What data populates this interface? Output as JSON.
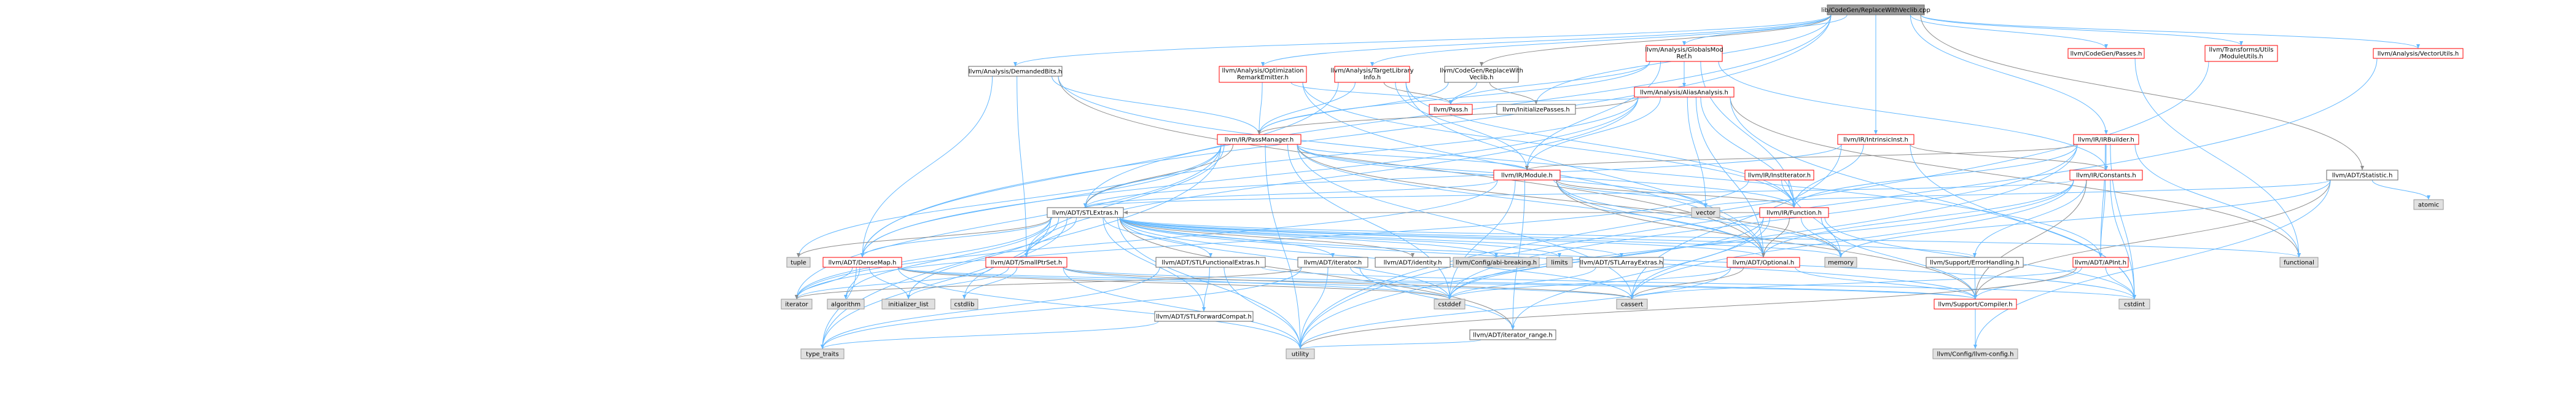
{
  "diagram": {
    "type": "include-dependency-graph",
    "colors": {
      "root_fill": "#9a9a9a",
      "root_border": "#666666",
      "internal_fill": "#ffffff",
      "internal_border": "#666666",
      "truncated_border": "#ff0000",
      "external_fill": "#e0e0e0",
      "external_border": "#999999",
      "edge": "#63b8ff",
      "edge_alt": "#8c8c8c"
    },
    "nodes": [
      {
        "id": "root",
        "label": [
          "lib/CodeGen/ReplaceWithVeclib.cpp"
        ],
        "kind": "root"
      },
      {
        "id": "demanded",
        "label": [
          "llvm/Analysis/DemandedBits.h"
        ],
        "kind": "internal"
      },
      {
        "id": "optremark",
        "label": [
          "llvm/Analysis/Optimization",
          "RemarkEmitter.h"
        ],
        "kind": "truncated"
      },
      {
        "id": "targetlib",
        "label": [
          "llvm/Analysis/TargetLibrary",
          "Info.h"
        ],
        "kind": "truncated"
      },
      {
        "id": "cgrepl",
        "label": [
          "llvm/CodeGen/ReplaceWith",
          "Veclib.h"
        ],
        "kind": "internal"
      },
      {
        "id": "globalsmod",
        "label": [
          "llvm/Analysis/GlobalsMod",
          "Ref.h"
        ],
        "kind": "truncated"
      },
      {
        "id": "aliasan",
        "label": [
          "llvm/Analysis/AliasAnalysis.h"
        ],
        "kind": "truncated"
      },
      {
        "id": "cgpasses",
        "label": [
          "llvm/CodeGen/Passes.h"
        ],
        "kind": "truncated"
      },
      {
        "id": "modutils",
        "label": [
          "llvm/Transforms/Utils",
          "/ModuleUtils.h"
        ],
        "kind": "truncated"
      },
      {
        "id": "vecutils",
        "label": [
          "llvm/Analysis/VectorUtils.h"
        ],
        "kind": "truncated"
      },
      {
        "id": "pass",
        "label": [
          "llvm/Pass.h"
        ],
        "kind": "truncated"
      },
      {
        "id": "initpasses",
        "label": [
          "llvm/InitializePasses.h"
        ],
        "kind": "internal"
      },
      {
        "id": "passmgr",
        "label": [
          "llvm/IR/PassManager.h"
        ],
        "kind": "truncated"
      },
      {
        "id": "intrinsic",
        "label": [
          "llvm/IR/IntrinsicInst.h"
        ],
        "kind": "truncated"
      },
      {
        "id": "irbuilder",
        "label": [
          "llvm/IR/IRBuilder.h"
        ],
        "kind": "truncated"
      },
      {
        "id": "module",
        "label": [
          "llvm/IR/Module.h"
        ],
        "kind": "truncated"
      },
      {
        "id": "institer",
        "label": [
          "llvm/IR/InstIterator.h"
        ],
        "kind": "truncated"
      },
      {
        "id": "constants",
        "label": [
          "llvm/IR/Constants.h"
        ],
        "kind": "truncated"
      },
      {
        "id": "statistic",
        "label": [
          "llvm/ADT/Statistic.h"
        ],
        "kind": "internal"
      },
      {
        "id": "atomic",
        "label": [
          "atomic"
        ],
        "kind": "external"
      },
      {
        "id": "stlextras",
        "label": [
          "llvm/ADT/STLExtras.h"
        ],
        "kind": "internal"
      },
      {
        "id": "vector",
        "label": [
          "vector"
        ],
        "kind": "external"
      },
      {
        "id": "function",
        "label": [
          "llvm/IR/Function.h"
        ],
        "kind": "truncated"
      },
      {
        "id": "functional",
        "label": [
          "functional"
        ],
        "kind": "external"
      },
      {
        "id": "tuple",
        "label": [
          "tuple"
        ],
        "kind": "external"
      },
      {
        "id": "densemap",
        "label": [
          "llvm/ADT/DenseMap.h"
        ],
        "kind": "truncated"
      },
      {
        "id": "smallptr",
        "label": [
          "llvm/ADT/SmallPtrSet.h"
        ],
        "kind": "truncated"
      },
      {
        "id": "stlfunc",
        "label": [
          "llvm/ADT/STLFunctionalExtras.h"
        ],
        "kind": "internal"
      },
      {
        "id": "iteratorh",
        "label": [
          "llvm/ADT/iterator.h"
        ],
        "kind": "internal"
      },
      {
        "id": "identity",
        "label": [
          "llvm/ADT/identity.h"
        ],
        "kind": "internal"
      },
      {
        "id": "abibreak",
        "label": [
          "llvm/Config/abi-breaking.h"
        ],
        "kind": "external"
      },
      {
        "id": "limits",
        "label": [
          "limits"
        ],
        "kind": "external"
      },
      {
        "id": "stlarray",
        "label": [
          "llvm/ADT/STLArrayExtras.h"
        ],
        "kind": "internal"
      },
      {
        "id": "optional",
        "label": [
          "llvm/ADT/Optional.h"
        ],
        "kind": "truncated"
      },
      {
        "id": "memory",
        "label": [
          "memory"
        ],
        "kind": "external"
      },
      {
        "id": "errhandling",
        "label": [
          "llvm/Support/ErrorHandling.h"
        ],
        "kind": "internal"
      },
      {
        "id": "apint",
        "label": [
          "llvm/ADT/APInt.h"
        ],
        "kind": "truncated"
      },
      {
        "id": "iterator",
        "label": [
          "iterator"
        ],
        "kind": "external"
      },
      {
        "id": "algorithm",
        "label": [
          "algorithm"
        ],
        "kind": "external"
      },
      {
        "id": "initlist",
        "label": [
          "initializer_list"
        ],
        "kind": "external"
      },
      {
        "id": "cstdlib",
        "label": [
          "cstdlib"
        ],
        "kind": "external"
      },
      {
        "id": "stlfwd",
        "label": [
          "llvm/ADT/STLForwardCompat.h"
        ],
        "kind": "internal"
      },
      {
        "id": "cstddef",
        "label": [
          "cstddef"
        ],
        "kind": "external"
      },
      {
        "id": "iterrange",
        "label": [
          "llvm/ADT/iterator_range.h"
        ],
        "kind": "internal"
      },
      {
        "id": "cassert",
        "label": [
          "cassert"
        ],
        "kind": "external"
      },
      {
        "id": "compiler",
        "label": [
          "llvm/Support/Compiler.h"
        ],
        "kind": "truncated"
      },
      {
        "id": "cstdint",
        "label": [
          "cstdint"
        ],
        "kind": "external"
      },
      {
        "id": "typetraits",
        "label": [
          "type_traits"
        ],
        "kind": "external"
      },
      {
        "id": "utility",
        "label": [
          "utility"
        ],
        "kind": "external"
      },
      {
        "id": "llvmconfig",
        "label": [
          "llvm/Config/llvm-config.h"
        ],
        "kind": "external"
      }
    ],
    "edges": [
      [
        "root",
        "demanded"
      ],
      [
        "root",
        "optremark"
      ],
      [
        "root",
        "targetlib"
      ],
      [
        "root",
        "cgrepl"
      ],
      [
        "root",
        "globalsmod"
      ],
      [
        "root",
        "cgpasses"
      ],
      [
        "root",
        "modutils"
      ],
      [
        "root",
        "vecutils"
      ],
      [
        "root",
        "intrinsic"
      ],
      [
        "root",
        "irbuilder"
      ],
      [
        "root",
        "statistic"
      ],
      [
        "root",
        "initpasses"
      ],
      [
        "root",
        "stlextras"
      ],
      [
        "root",
        "densemap"
      ],
      [
        "demanded",
        "passmgr"
      ],
      [
        "demanded",
        "smallptr"
      ],
      [
        "demanded",
        "densemap"
      ],
      [
        "demanded",
        "optional"
      ],
      [
        "demanded",
        "apint"
      ],
      [
        "optremark",
        "passmgr"
      ],
      [
        "optremark",
        "pass"
      ],
      [
        "optremark",
        "function"
      ],
      [
        "optremark",
        "optional"
      ],
      [
        "targetlib",
        "passmgr"
      ],
      [
        "targetlib",
        "pass"
      ],
      [
        "targetlib",
        "module"
      ],
      [
        "targetlib",
        "function"
      ],
      [
        "targetlib",
        "optional"
      ],
      [
        "targetlib",
        "densemap"
      ],
      [
        "cgrepl",
        "passmgr"
      ],
      [
        "cgrepl",
        "pass"
      ],
      [
        "cgrepl",
        "initpasses"
      ],
      [
        "globalsmod",
        "aliasan"
      ],
      [
        "globalsmod",
        "pass"
      ],
      [
        "globalsmod",
        "module"
      ],
      [
        "globalsmod",
        "function"
      ],
      [
        "globalsmod",
        "passmgr"
      ],
      [
        "globalsmod",
        "constants"
      ],
      [
        "aliasan",
        "passmgr"
      ],
      [
        "aliasan",
        "pass"
      ],
      [
        "aliasan",
        "function"
      ],
      [
        "aliasan",
        "optional"
      ],
      [
        "aliasan",
        "vector"
      ],
      [
        "aliasan",
        "smallptr"
      ],
      [
        "aliasan",
        "densemap"
      ],
      [
        "aliasan",
        "functional"
      ],
      [
        "aliasan",
        "cstdint"
      ],
      [
        "aliasan",
        "module"
      ],
      [
        "aliasan",
        "stlextras"
      ],
      [
        "cgpasses",
        "functional"
      ],
      [
        "modutils",
        "utility"
      ],
      [
        "vecutils",
        "utility"
      ],
      [
        "passmgr",
        "stlextras"
      ],
      [
        "passmgr",
        "densemap"
      ],
      [
        "passmgr",
        "smallptr"
      ],
      [
        "passmgr",
        "function"
      ],
      [
        "passmgr",
        "module"
      ],
      [
        "passmgr",
        "optional"
      ],
      [
        "passmgr",
        "vector"
      ],
      [
        "passmgr",
        "memory"
      ],
      [
        "passmgr",
        "tuple"
      ],
      [
        "passmgr",
        "cassert"
      ],
      [
        "passmgr",
        "iterator"
      ],
      [
        "passmgr",
        "typetraits"
      ],
      [
        "passmgr",
        "utility"
      ],
      [
        "passmgr",
        "cstddef"
      ],
      [
        "intrinsic",
        "constants"
      ],
      [
        "intrinsic",
        "function"
      ],
      [
        "intrinsic",
        "cassert"
      ],
      [
        "intrinsic",
        "cstdint"
      ],
      [
        "intrinsic",
        "stlextras"
      ],
      [
        "irbuilder",
        "constants"
      ],
      [
        "irbuilder",
        "function"
      ],
      [
        "irbuilder",
        "module"
      ],
      [
        "irbuilder",
        "apint"
      ],
      [
        "irbuilder",
        "functional"
      ],
      [
        "irbuilder",
        "utility"
      ],
      [
        "irbuilder",
        "cstdint"
      ],
      [
        "irbuilder",
        "cstddef"
      ],
      [
        "module",
        "stlextras"
      ],
      [
        "module",
        "function"
      ],
      [
        "module",
        "optional"
      ],
      [
        "module",
        "iterrange"
      ],
      [
        "module",
        "cstddef"
      ],
      [
        "module",
        "memory"
      ],
      [
        "module",
        "vector"
      ],
      [
        "module",
        "iterator"
      ],
      [
        "module",
        "compiler"
      ],
      [
        "institer",
        "function"
      ],
      [
        "institer",
        "iterator"
      ],
      [
        "institer",
        "memory"
      ],
      [
        "constants",
        "apint"
      ],
      [
        "constants",
        "optional"
      ],
      [
        "constants",
        "errhandling"
      ],
      [
        "constants",
        "compiler"
      ],
      [
        "constants",
        "cassert"
      ],
      [
        "constants",
        "cstdint"
      ],
      [
        "constants",
        "cstddef"
      ],
      [
        "constants",
        "stlextras"
      ],
      [
        "statistic",
        "atomic"
      ],
      [
        "statistic",
        "memory"
      ],
      [
        "statistic",
        "compiler"
      ],
      [
        "statistic",
        "llvmconfig"
      ],
      [
        "statistic",
        "vector"
      ],
      [
        "stlextras",
        "densemap"
      ],
      [
        "stlextras",
        "smallptr"
      ],
      [
        "stlextras",
        "stlfunc"
      ],
      [
        "stlextras",
        "iteratorh"
      ],
      [
        "stlextras",
        "identity"
      ],
      [
        "stlextras",
        "abibreak"
      ],
      [
        "stlextras",
        "limits"
      ],
      [
        "stlextras",
        "stlarray"
      ],
      [
        "stlextras",
        "optional"
      ],
      [
        "stlextras",
        "memory"
      ],
      [
        "stlextras",
        "functional"
      ],
      [
        "stlextras",
        "tuple"
      ],
      [
        "stlextras",
        "iterator"
      ],
      [
        "stlextras",
        "algorithm"
      ],
      [
        "stlextras",
        "initlist"
      ],
      [
        "stlextras",
        "cstdlib"
      ],
      [
        "stlextras",
        "stlfwd"
      ],
      [
        "stlextras",
        "cstddef"
      ],
      [
        "stlextras",
        "iterrange"
      ],
      [
        "stlextras",
        "cassert"
      ],
      [
        "stlextras",
        "compiler"
      ],
      [
        "stlextras",
        "cstdint"
      ],
      [
        "stlextras",
        "typetraits"
      ],
      [
        "stlextras",
        "utility"
      ],
      [
        "stlextras",
        "errhandling"
      ],
      [
        "function",
        "optional"
      ],
      [
        "function",
        "memory"
      ],
      [
        "function",
        "compiler"
      ],
      [
        "function",
        "cassert"
      ],
      [
        "function",
        "cstddef"
      ],
      [
        "function",
        "cstdint"
      ],
      [
        "function",
        "iterrange"
      ],
      [
        "function",
        "stlextras"
      ],
      [
        "densemap",
        "iterator"
      ],
      [
        "densemap",
        "algorithm"
      ],
      [
        "densemap",
        "initlist"
      ],
      [
        "densemap",
        "typetraits"
      ],
      [
        "densemap",
        "utility"
      ],
      [
        "densemap",
        "cassert"
      ],
      [
        "densemap",
        "cstddef"
      ],
      [
        "densemap",
        "compiler"
      ],
      [
        "smallptr",
        "iterator"
      ],
      [
        "smallptr",
        "initlist"
      ],
      [
        "smallptr",
        "cstdlib"
      ],
      [
        "smallptr",
        "cstddef"
      ],
      [
        "smallptr",
        "utility"
      ],
      [
        "smallptr",
        "cassert"
      ],
      [
        "smallptr",
        "compiler"
      ],
      [
        "stlfunc",
        "stlfwd"
      ],
      [
        "stlfunc",
        "typetraits"
      ],
      [
        "stlfunc",
        "utility"
      ],
      [
        "stlfunc",
        "cstdint"
      ],
      [
        "iteratorh",
        "iterrange"
      ],
      [
        "iteratorh",
        "iterator"
      ],
      [
        "iteratorh",
        "cstddef"
      ],
      [
        "iteratorh",
        "typetraits"
      ],
      [
        "iteratorh",
        "utility"
      ],
      [
        "stlarray",
        "cstddef"
      ],
      [
        "stlfwd",
        "typetraits"
      ],
      [
        "optional",
        "compiler"
      ],
      [
        "optional",
        "cassert"
      ],
      [
        "optional",
        "utility"
      ],
      [
        "optional",
        "cstddef"
      ],
      [
        "errhandling",
        "compiler"
      ],
      [
        "apint",
        "compiler"
      ],
      [
        "apint",
        "cassert"
      ],
      [
        "apint",
        "cstdint"
      ],
      [
        "apint",
        "utility"
      ],
      [
        "iterrange",
        "utility"
      ],
      [
        "compiler",
        "llvmconfig"
      ]
    ]
  }
}
